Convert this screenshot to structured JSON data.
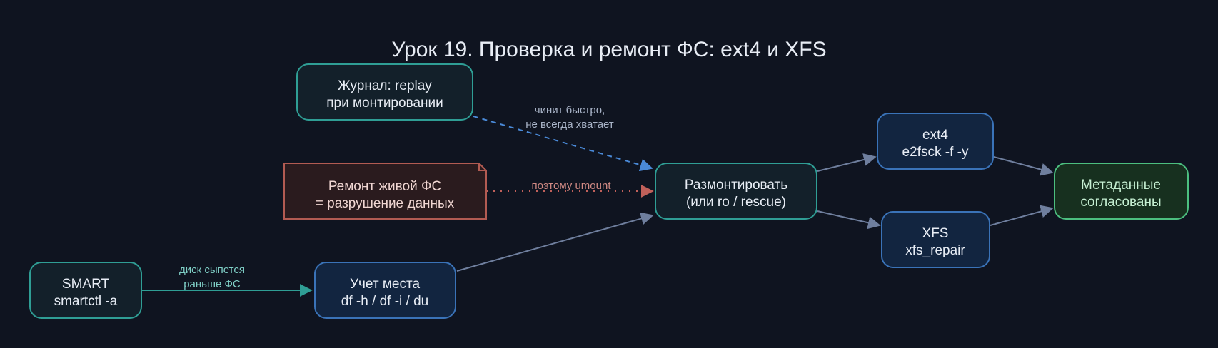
{
  "title": "Урок 19. Проверка и ремонт ФС: ext4 и XFS",
  "colors": {
    "background": "#0f1420",
    "title": "#e8edf5",
    "teal_stroke": "#2f9e95",
    "teal_fill": "#13202a",
    "blue_stroke": "#3a73b8",
    "blue_fill": "#122540",
    "red_stroke": "#b25b52",
    "red_fill": "#2a1b1e",
    "green_stroke": "#4cbf7f",
    "green_fill": "#17301f",
    "edge_gray": "#6f7f9e",
    "edge_blue": "#4a8ad8",
    "edge_teal": "#2f9e95",
    "edge_red": "#c0605a"
  },
  "nodes": {
    "journal": {
      "lines": [
        "Журнал: replay",
        "при монтировании"
      ]
    },
    "live_repair": {
      "lines": [
        "Ремонт живой ФС",
        "= разрушение данных"
      ]
    },
    "smart": {
      "lines": [
        "SMART",
        "smartctl -a"
      ]
    },
    "space": {
      "lines": [
        "Учет места",
        "df -h / df -i / du"
      ]
    },
    "unmount": {
      "lines": [
        "Размонтировать",
        "(или ro / rescue)"
      ]
    },
    "ext4": {
      "lines": [
        "ext4",
        "e2fsck -f -y"
      ]
    },
    "xfs": {
      "lines": [
        "XFS",
        "xfs_repair"
      ]
    },
    "metadata": {
      "lines": [
        "Метаданные",
        "согласованы"
      ]
    }
  },
  "edges": {
    "journal_unmount": {
      "lines": [
        "чинит быстро,",
        "не всегда хватает"
      ]
    },
    "live_unmount": {
      "lines": [
        "поэтому umount"
      ]
    },
    "smart_space": {
      "lines": [
        "диск сыпется",
        "раньше ФС"
      ]
    }
  }
}
